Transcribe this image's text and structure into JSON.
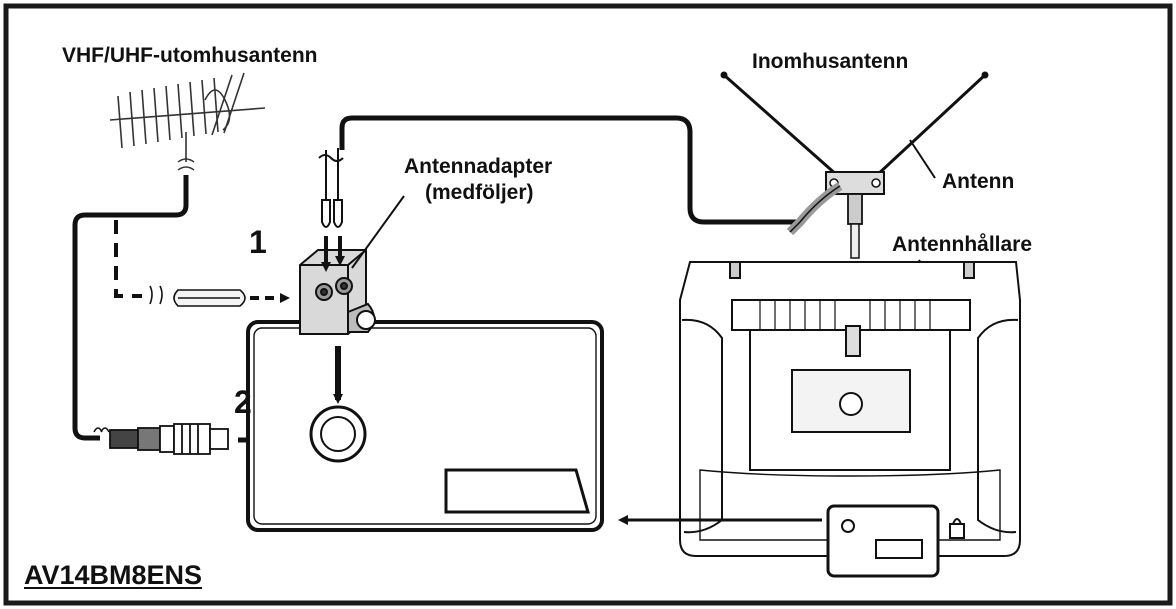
{
  "labels": {
    "outdoor_antenna": "VHF/UHF-utomhusantenn",
    "indoor_antenna": "Inomhusantenn",
    "antenna_adapter_line1": "Antennadapter",
    "antenna_adapter_line2": "(medföljer)",
    "antenna": "Antenn",
    "antenna_holder": "Antennhållare",
    "step_1": "1",
    "step_2": "2",
    "model": "AV14BM8ENS"
  },
  "colors": {
    "line": "#111111",
    "frame": "#1a1a1a",
    "fill_light": "#e8e8e8",
    "fill_mid": "#bdbdbd"
  }
}
